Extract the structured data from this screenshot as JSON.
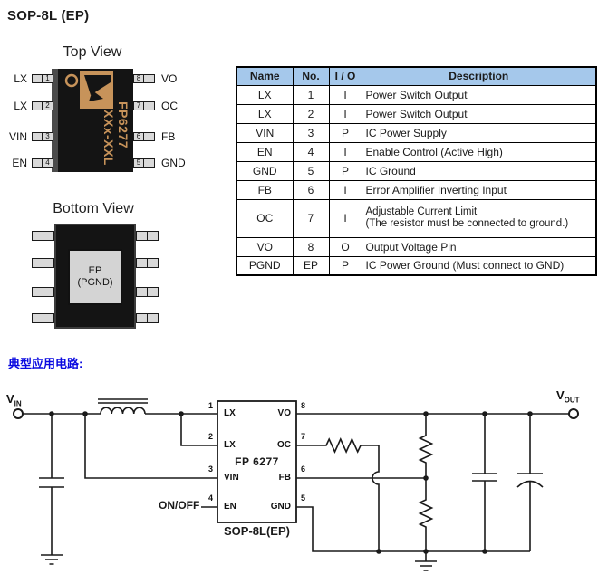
{
  "page": {
    "title": "SOP-8L (EP)"
  },
  "colors": {
    "accent_marking": "#c7935a",
    "section_title_blue": "#0a0ae0",
    "table_header_bg": "#a5c8eb",
    "package_black": "#141414",
    "pin_fill": "#d9d9d9",
    "pad_fill": "#d4d4d4"
  },
  "top_view": {
    "label": "Top View",
    "left_pins": [
      {
        "name": "LX",
        "number": "1"
      },
      {
        "name": "LX",
        "number": "2"
      },
      {
        "name": "VIN",
        "number": "3"
      },
      {
        "name": "EN",
        "number": "4"
      }
    ],
    "right_pins": [
      {
        "name": "VO",
        "number": "8"
      },
      {
        "name": "OC",
        "number": "7"
      },
      {
        "name": "FB",
        "number": "6"
      },
      {
        "name": "GND",
        "number": "5"
      }
    ],
    "marking_line1": "FP6277",
    "marking_line2": "XXx-XXL"
  },
  "bottom_view": {
    "label": "Bottom View",
    "pad_line1": "EP",
    "pad_line2": "(PGND)"
  },
  "pin_table": {
    "headers": [
      "Name",
      "No.",
      "I / O",
      "Description"
    ],
    "rows": [
      {
        "name": "LX",
        "no": "1",
        "io": "I",
        "desc": "Power Switch Output"
      },
      {
        "name": "LX",
        "no": "2",
        "io": "I",
        "desc": "Power Switch Output"
      },
      {
        "name": "VIN",
        "no": "3",
        "io": "P",
        "desc": "IC Power Supply"
      },
      {
        "name": "EN",
        "no": "4",
        "io": "I",
        "desc": "Enable Control (Active High)"
      },
      {
        "name": "GND",
        "no": "5",
        "io": "P",
        "desc": "IC Ground"
      },
      {
        "name": "FB",
        "no": "6",
        "io": "I",
        "desc": "Error Amplifier Inverting Input"
      },
      {
        "name": "OC",
        "no": "7",
        "io": "I",
        "desc": "Adjustable Current Limit",
        "desc2": "(The resistor must be connected to ground.)"
      },
      {
        "name": "VO",
        "no": "8",
        "io": "O",
        "desc": "Output Voltage Pin"
      },
      {
        "name": "PGND",
        "no": "EP",
        "io": "P",
        "desc": "IC Power Ground (Must connect to GND)"
      }
    ]
  },
  "application": {
    "section_title": "典型应用电路:",
    "vin_main": "V",
    "vin_sub": "IN",
    "vout_main": "V",
    "vout_sub": "OUT",
    "onoff_label": "ON/OFF",
    "ic_name": "FP 6277",
    "ic_package": "SOP-8L(EP)",
    "ic_left_pins": [
      {
        "name": "LX",
        "number": "1"
      },
      {
        "name": "LX",
        "number": "2"
      },
      {
        "name": "VIN",
        "number": "3"
      },
      {
        "name": "EN",
        "number": "4"
      }
    ],
    "ic_right_pins": [
      {
        "name": "VO",
        "number": "8"
      },
      {
        "name": "OC",
        "number": "7"
      },
      {
        "name": "FB",
        "number": "6"
      },
      {
        "name": "GND",
        "number": "5"
      }
    ]
  }
}
